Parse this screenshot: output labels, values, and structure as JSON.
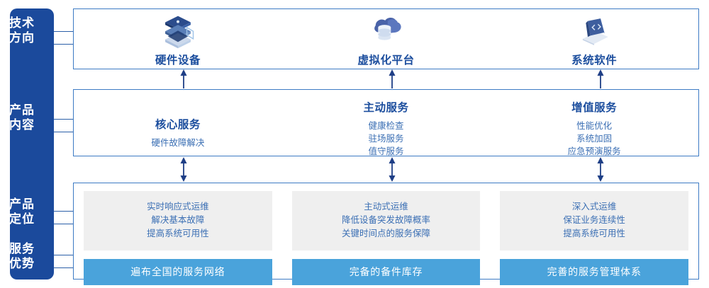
{
  "sidebar": {
    "labels": [
      {
        "name": "tech-direction",
        "lines": [
          "技术",
          "方向"
        ]
      },
      {
        "name": "product-content",
        "lines": [
          "产品",
          "内容"
        ]
      },
      {
        "name": "product-positioning",
        "lines": [
          "产品",
          "定位"
        ]
      },
      {
        "name": "service-advantage",
        "lines": [
          "服务",
          "优势"
        ]
      }
    ],
    "bg_color": "#1B4A9C"
  },
  "tiers": {
    "tech": {
      "columns": [
        {
          "icon": "server-stack-icon",
          "label": "硬件设备"
        },
        {
          "icon": "cloud-database-icon",
          "label": "虚拟化平台"
        },
        {
          "icon": "laptop-code-icon",
          "label": "系统软件"
        }
      ]
    },
    "content": {
      "columns": [
        {
          "title": "核心服务",
          "items": [
            "硬件故障解决"
          ]
        },
        {
          "title": "主动服务",
          "items": [
            "健康检查",
            "驻场服务",
            "值守服务"
          ]
        },
        {
          "title": "增值服务",
          "items": [
            "性能优化",
            "系统加固",
            "应急预演服务"
          ]
        }
      ]
    },
    "bottom": {
      "columns": [
        {
          "positioning": [
            "实时响应式运维",
            "解决基本故障",
            "提高系统可用性"
          ],
          "advantage": "遍布全国的服务网络"
        },
        {
          "positioning": [
            "主动式运维",
            "降低设备突发故障概率",
            "关键时间点的服务保障"
          ],
          "advantage": "完备的备件库存"
        },
        {
          "positioning": [
            "深入式运维",
            "保证业务连续性",
            "提高系统可用性"
          ],
          "advantage": "完善的服务管理体系"
        }
      ]
    }
  },
  "arrows": [
    {
      "name": "arrow-tech-to-content-1",
      "type": "up"
    },
    {
      "name": "arrow-tech-to-content-2",
      "type": "up"
    },
    {
      "name": "arrow-tech-to-content-3",
      "type": "up"
    },
    {
      "name": "arrow-content-to-bottom-1",
      "type": "updown"
    },
    {
      "name": "arrow-content-to-bottom-2",
      "type": "updown"
    },
    {
      "name": "arrow-content-to-bottom-3",
      "type": "updown"
    }
  ],
  "colors": {
    "sidebar": "#1B4A9C",
    "border": "#3D7BC4",
    "title_text": "#1C4E9E",
    "body_text": "#3B6FB4",
    "gray_card": "#EFEFEF",
    "blue_bar": "#4AA3DB",
    "arrow": "#1F3F86"
  }
}
